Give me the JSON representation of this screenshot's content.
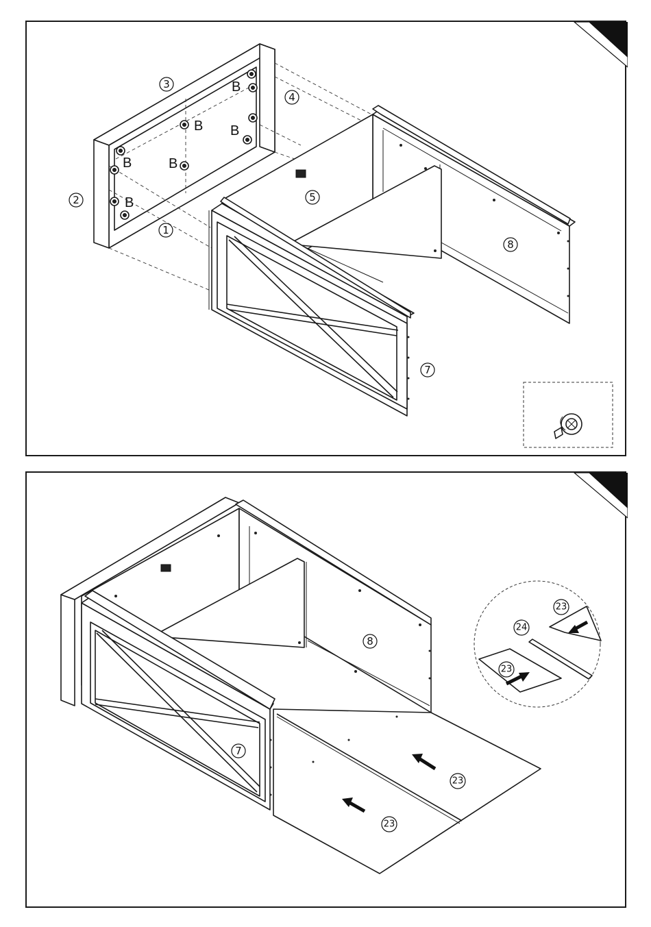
{
  "top_step": {
    "part_labels": {
      "p1": "1",
      "p2": "2",
      "p3": "3",
      "p4": "4",
      "p5": "5",
      "p7": "7",
      "p8": "8"
    },
    "fitting_label": "B",
    "inset_icon": "cam-lock-icon"
  },
  "bottom_step": {
    "part_labels": {
      "p7": "7",
      "p8": "8",
      "p23a": "23",
      "p23b": "23",
      "p23c": "23",
      "p23d": "23",
      "p24": "24"
    },
    "arrow_icon": "arrow-left-icon"
  }
}
